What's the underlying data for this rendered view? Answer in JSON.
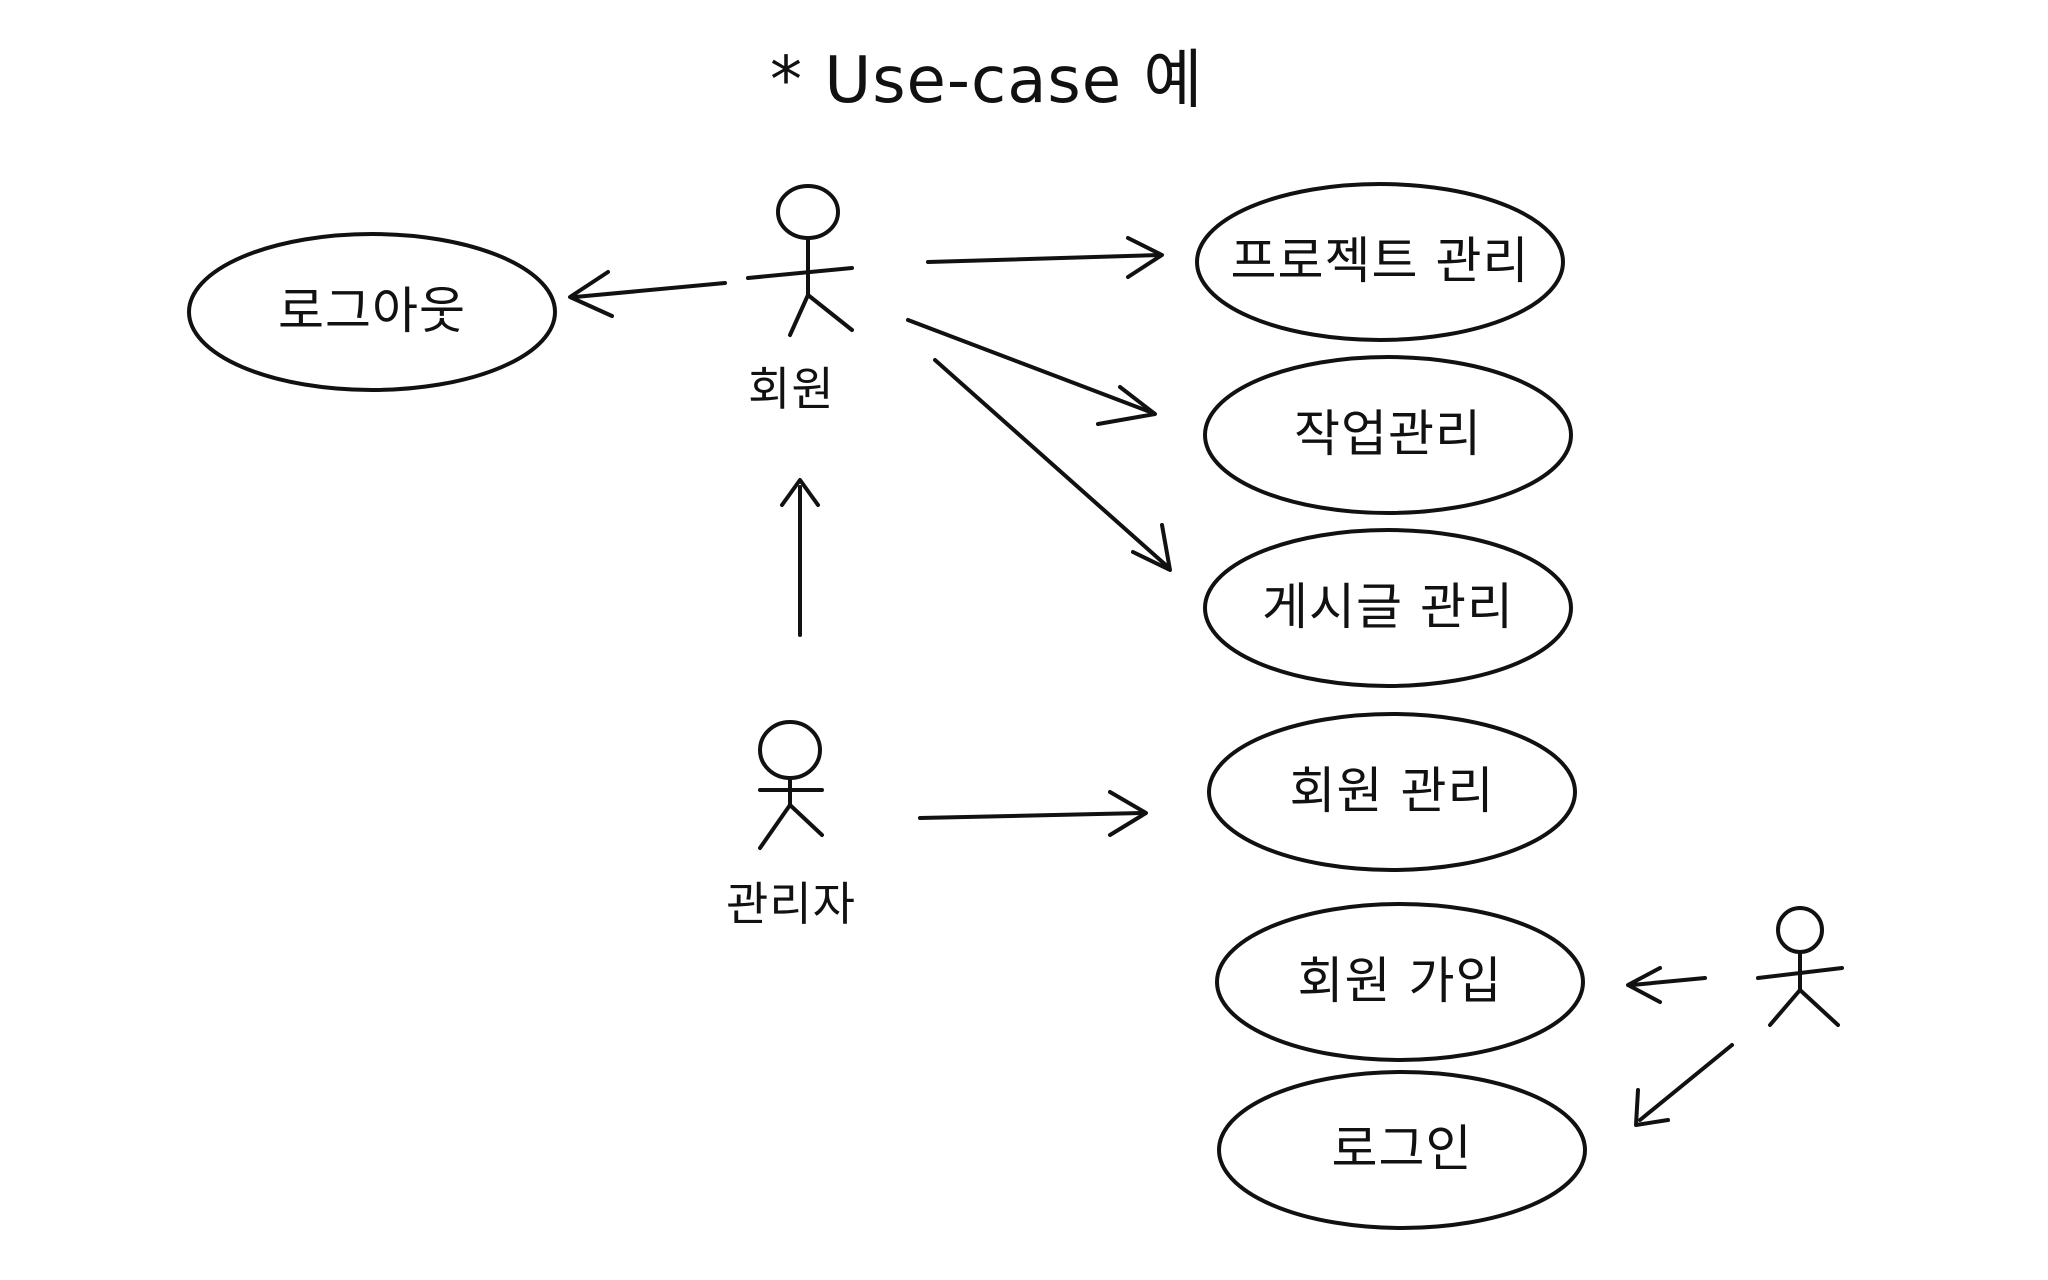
{
  "title": "* Use-case 예",
  "actors": {
    "member": "회원",
    "admin": "관리자",
    "guest": ""
  },
  "use_cases": {
    "logout": "로그아웃",
    "project_mgmt": "프로젝트 관리",
    "task_mgmt": "작업관리",
    "board_mgmt": "게시글 관리",
    "member_mgmt": "회원 관리",
    "signup": "회원 가입",
    "login": "로그인"
  },
  "colors": {
    "ink": "#111111",
    "paper": "#ffffff"
  }
}
